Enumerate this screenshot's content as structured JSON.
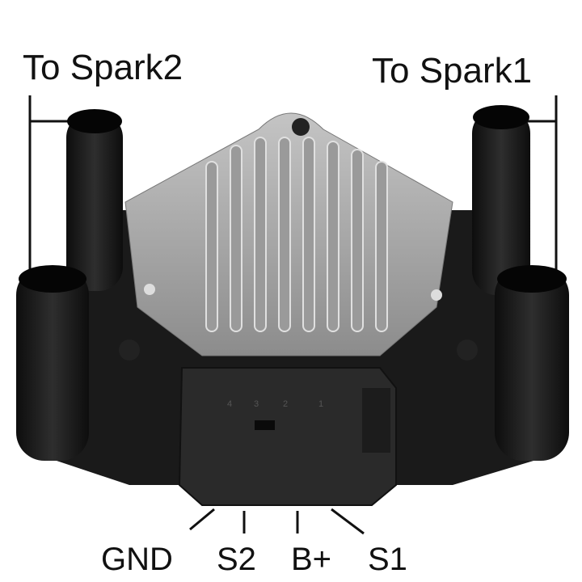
{
  "labels": {
    "spark2": "To Spark2",
    "spark1": "To Spark1"
  },
  "pins": {
    "gnd": "GND",
    "s2": "S2",
    "b_plus": "B+",
    "s1": "S1"
  },
  "connector_numbers": [
    "4",
    "3",
    "2",
    "1"
  ],
  "colors": {
    "tower": "#1c1c1c",
    "housing": "#a9a9a9",
    "connector": "#2a2a2a"
  }
}
